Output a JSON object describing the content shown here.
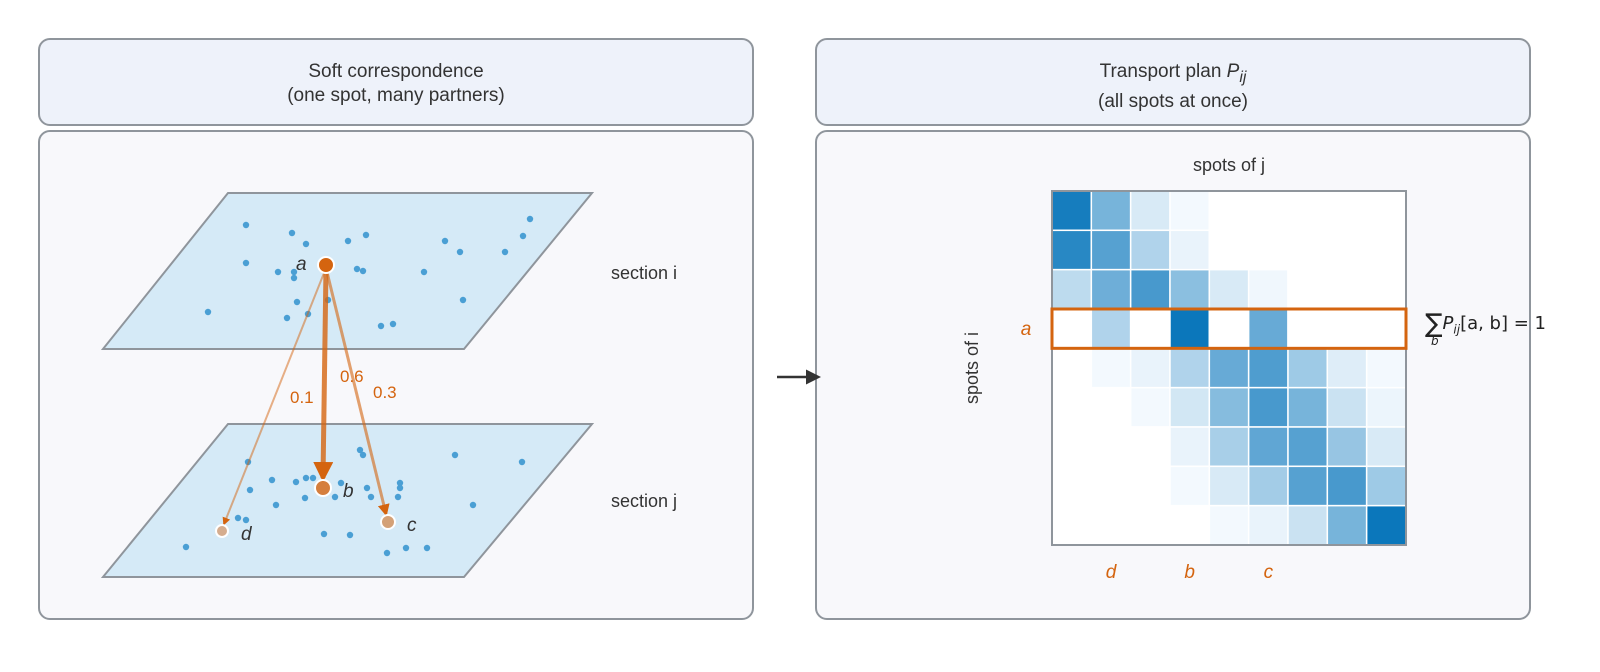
{
  "left_panel": {
    "title_line1": "Soft correspondence",
    "title_line2": "(one spot, many partners)",
    "section_i_label": "section i",
    "section_j_label": "section j",
    "spot_labels": {
      "a": "a",
      "b": "b",
      "c": "c",
      "d": "d"
    },
    "weights": [
      {
        "target": "b",
        "label": "0.6",
        "value": 0.6
      },
      {
        "target": "c",
        "label": "0.3",
        "value": 0.3
      },
      {
        "target": "d",
        "label": "0.1",
        "value": 0.1
      }
    ]
  },
  "right_panel": {
    "title_text": "Transport plan ",
    "title_symbol": "P",
    "title_subscript": "ij",
    "title_line2": "(all spots at once)",
    "x_axis_label": "spots of j",
    "y_axis_label": "spots of i",
    "row_label": "a",
    "col_labels": [
      "d",
      "b",
      "c"
    ],
    "formula_symbol": "P",
    "formula_subscript": "ij",
    "formula_rest": "[a, b] = 1",
    "formula_index": "b"
  },
  "chart_data": {
    "type": "heatmap",
    "rows": 9,
    "cols": 9,
    "highlight_row": 3,
    "matrix": [
      [
        0.9,
        0.48,
        0.1,
        0.01,
        0.0,
        0.0,
        0.0,
        0.0,
        0.0
      ],
      [
        0.82,
        0.62,
        0.25,
        0.04,
        0.0,
        0.0,
        0.0,
        0.0,
        0.0
      ],
      [
        0.2,
        0.52,
        0.68,
        0.4,
        0.1,
        0.02,
        0.0,
        0.0,
        0.0
      ],
      [
        0.0,
        0.25,
        0.0,
        0.95,
        0.0,
        0.55,
        0.0,
        0.0,
        0.0
      ],
      [
        0.0,
        0.01,
        0.04,
        0.25,
        0.55,
        0.65,
        0.32,
        0.08,
        0.01
      ],
      [
        0.0,
        0.0,
        0.01,
        0.12,
        0.42,
        0.68,
        0.48,
        0.15,
        0.03
      ],
      [
        0.0,
        0.0,
        0.0,
        0.04,
        0.28,
        0.58,
        0.62,
        0.35,
        0.1
      ],
      [
        0.0,
        0.0,
        0.0,
        0.01,
        0.1,
        0.3,
        0.62,
        0.68,
        0.32
      ],
      [
        0.0,
        0.0,
        0.0,
        0.0,
        0.01,
        0.04,
        0.15,
        0.48,
        0.95
      ]
    ]
  },
  "colors": {
    "accent_orange": "#d4640f",
    "dot_blue": "#4a9fd4",
    "plane_fill": "#d5eaf7",
    "heat_high": "#0071b8"
  }
}
